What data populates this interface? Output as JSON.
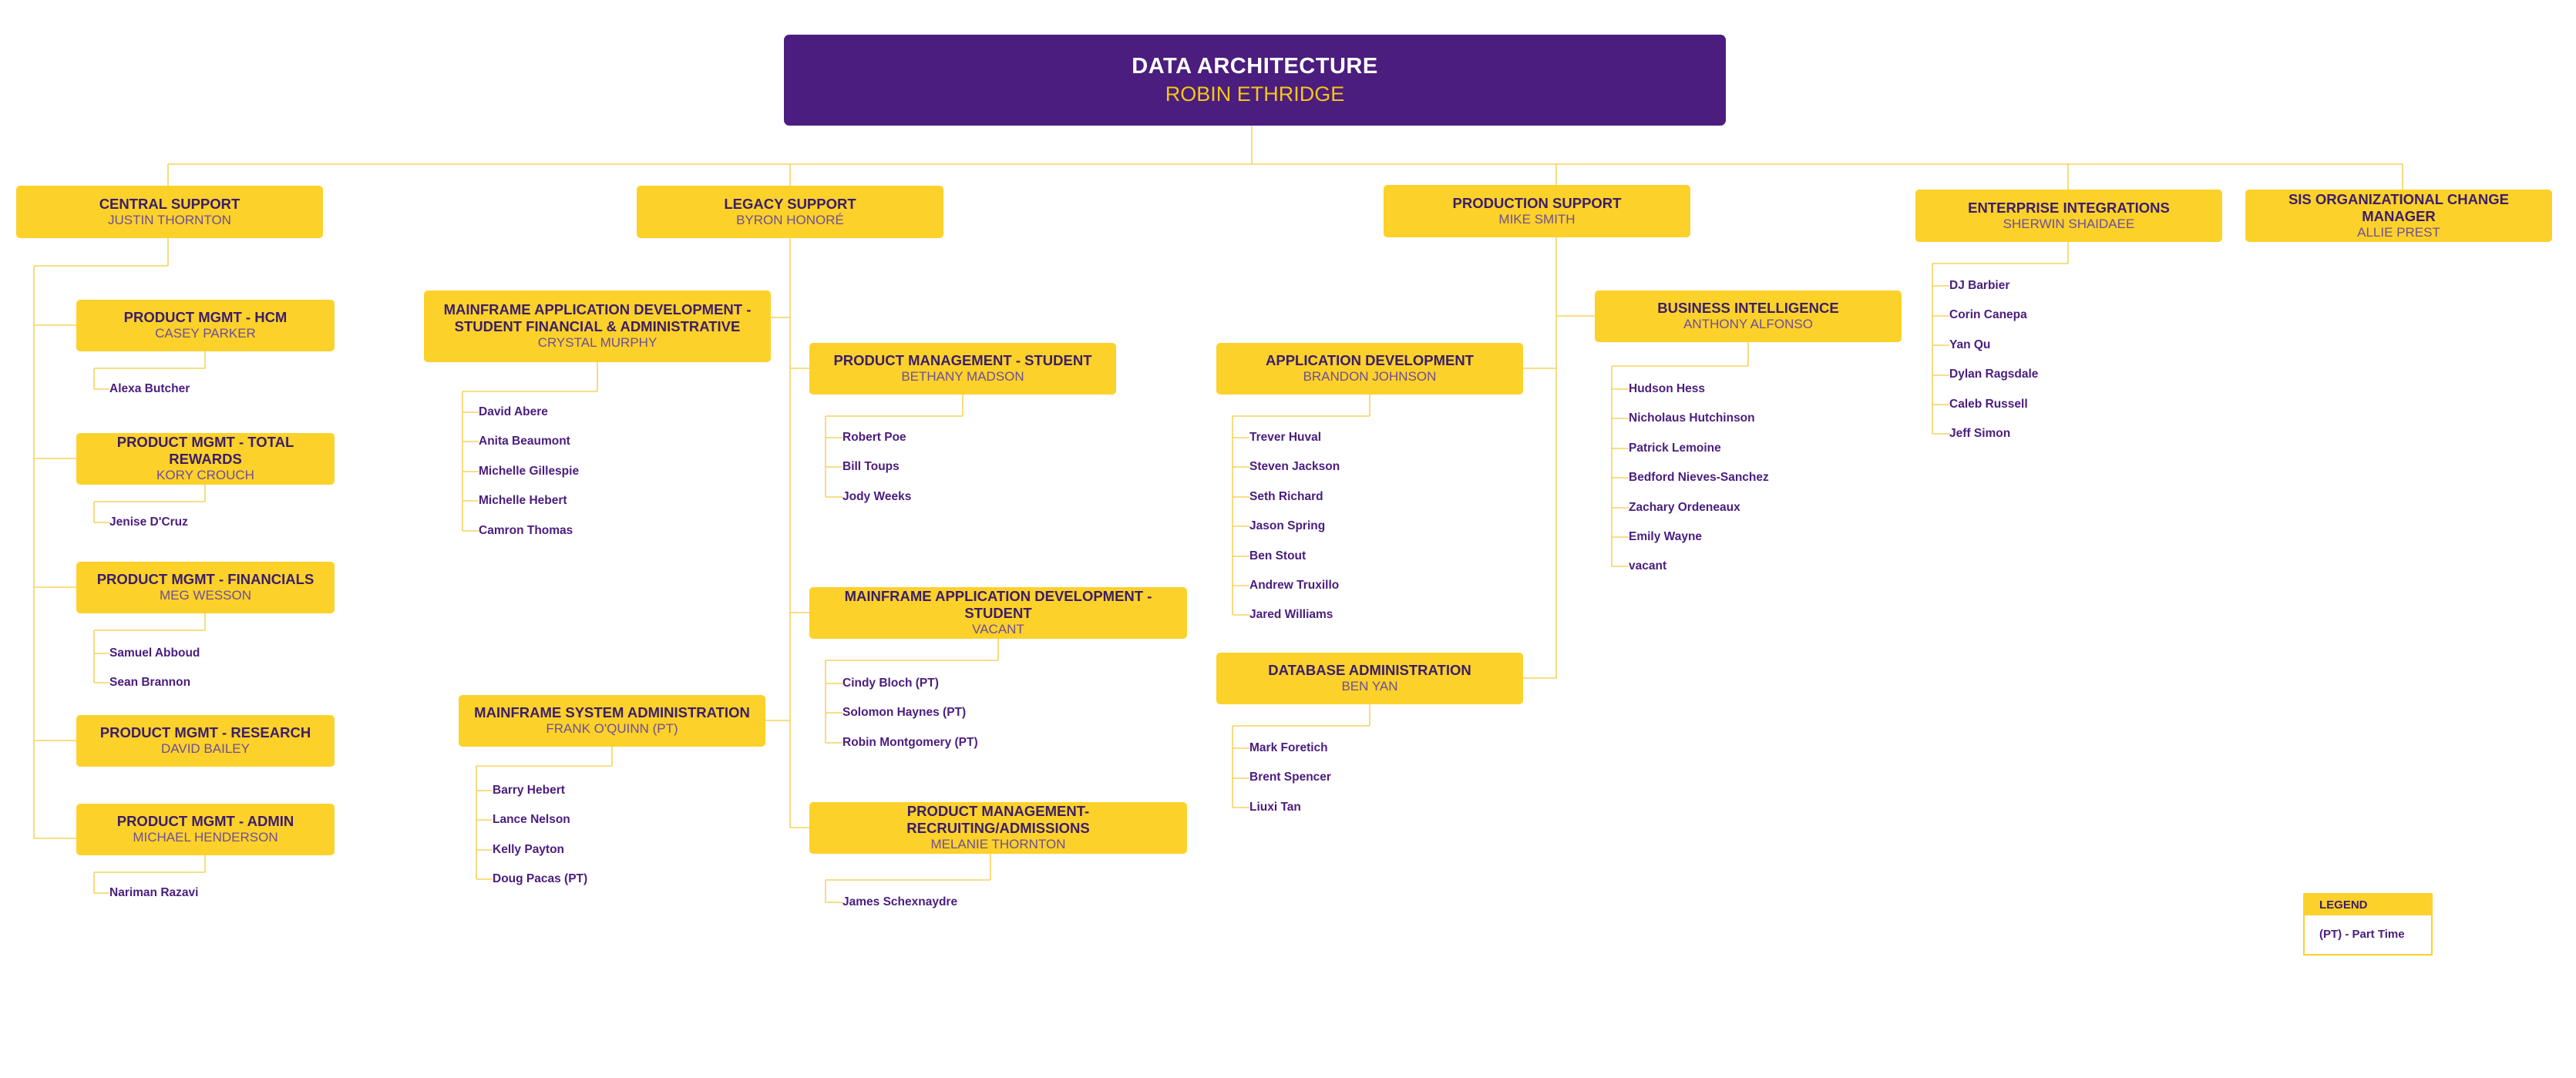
{
  "root": {
    "title": "DATA ARCHITECTURE",
    "name": "ROBIN ETHRIDGE"
  },
  "central": {
    "title": "CENTRAL SUPPORT",
    "name": "JUSTIN THORNTON"
  },
  "legacy": {
    "title": "LEGACY SUPPORT",
    "name": "BYRON HONORÉ"
  },
  "production": {
    "title": "PRODUCTION SUPPORT",
    "name": "MIKE SMITH"
  },
  "enterprise": {
    "title": "ENTERPRISE INTEGRATIONS",
    "name": "SHERWIN SHAIDAEE",
    "members": [
      "DJ Barbier",
      "Corin Canepa",
      "Yan Qu",
      "Dylan Ragsdale",
      "Caleb Russell",
      "Jeff Simon"
    ]
  },
  "sis": {
    "title": "SIS ORGANIZATIONAL CHANGE MANAGER",
    "name": "ALLIE PREST"
  },
  "hcm": {
    "title": "PRODUCT MGMT - HCM",
    "name": "CASEY PARKER",
    "members": [
      "Alexa Butcher"
    ]
  },
  "rewards": {
    "title": "PRODUCT MGMT - TOTAL REWARDS",
    "name": "KORY CROUCH",
    "members": [
      "Jenise D'Cruz"
    ]
  },
  "financials": {
    "title": "PRODUCT MGMT - FINANCIALS",
    "name": "MEG WESSON",
    "members": [
      "Samuel Abboud",
      "Sean Brannon"
    ]
  },
  "research": {
    "title": "PRODUCT MGMT - RESEARCH",
    "name": "DAVID BAILEY"
  },
  "admin": {
    "title": "PRODUCT MGMT - ADMIN",
    "name": "MICHAEL HENDERSON",
    "members": [
      "Nariman Razavi"
    ]
  },
  "mfdev": {
    "title1": "MAINFRAME APPLICATION  DEVELOPMENT -",
    "title2": "STUDENT FINANCIAL & ADMINISTRATIVE",
    "name": "CRYSTAL MURPHY",
    "members": [
      "David Abere",
      "Anita Beaumont",
      "Michelle Gillespie",
      "Michelle Hebert",
      "Camron Thomas"
    ]
  },
  "mfsys": {
    "title": "MAINFRAME SYSTEM ADMINISTRATION",
    "name": "FRANK O'QUINN (PT)",
    "members": [
      "Barry Hebert",
      "Lance Nelson",
      "Kelly Payton",
      "Doug Pacas (PT)"
    ]
  },
  "pmstudent": {
    "title": "PRODUCT MANAGEMENT - STUDENT",
    "name": "BETHANY MADSON",
    "members": [
      "Robert Poe",
      "Bill Toups",
      "Jody Weeks"
    ]
  },
  "mfstudent": {
    "title": "MAINFRAME APPLICATION DEVELOPMENT - STUDENT",
    "name": "VACANT",
    "members": [
      "Cindy Bloch (PT)",
      "Solomon Haynes (PT)",
      "Robin Montgomery (PT)"
    ]
  },
  "recruit": {
    "title": "PRODUCT MANAGEMENT- RECRUITING/ADMISSIONS",
    "name": "MELANIE THORNTON",
    "members": [
      "James Schexnaydre"
    ]
  },
  "appdev": {
    "title": "APPLICATION DEVELOPMENT",
    "name": "BRANDON JOHNSON",
    "members": [
      "Trever Huval",
      "Steven Jackson",
      "Seth Richard",
      "Jason Spring",
      "Ben Stout",
      "Andrew Truxillo",
      "Jared Williams"
    ]
  },
  "dba": {
    "title": "DATABASE ADMINISTRATION",
    "name": "BEN YAN",
    "members": [
      "Mark Foretich",
      "Brent Spencer",
      "Liuxi Tan"
    ]
  },
  "bi": {
    "title": "BUSINESS INTELLIGENCE",
    "name": "ANTHONY ALFONSO",
    "members": [
      "Hudson Hess",
      "Nicholaus Hutchinson",
      "Patrick Lemoine",
      "Bedford Nieves-Sanchez",
      "Zachary Ordeneaux",
      "Emily Wayne",
      "vacant"
    ]
  },
  "legend": {
    "title": "LEGEND",
    "text": "(PT) - Part Time"
  },
  "colors": {
    "root": "#4a1d7e",
    "box": "#fcd12a",
    "line": "#f5d45e",
    "text": "#4a1d7e"
  }
}
